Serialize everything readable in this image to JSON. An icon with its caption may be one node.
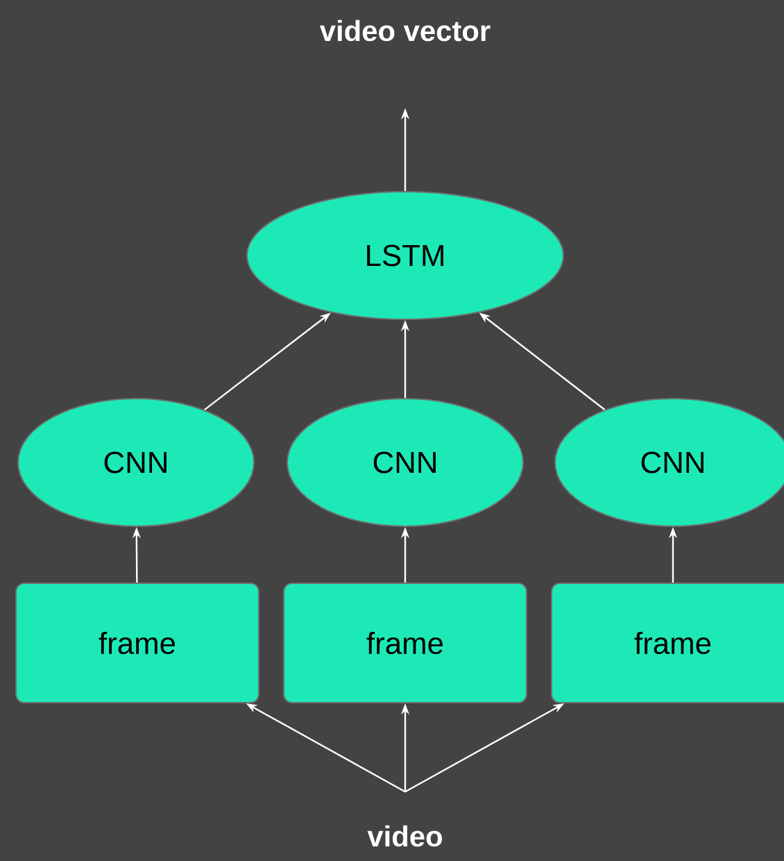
{
  "diagram": {
    "nodes": [
      {
        "text": [
          "video vector"
        ]
      },
      {
        "text": [
          "LSTM"
        ]
      },
      {
        "text": [
          "CNN"
        ]
      },
      {
        "text": [
          "CNN"
        ]
      },
      {
        "text": [
          "CNN"
        ]
      },
      {
        "text": [
          "frame"
        ]
      },
      {
        "text": [
          "frame"
        ]
      },
      {
        "text": [
          "frame"
        ]
      },
      {
        "text": [
          "video"
        ]
      }
    ],
    "edges": [
      {
        "from": 1,
        "to": 0,
        "arrow": "to"
      },
      {
        "from": 2,
        "to": 1,
        "arrow": "to"
      },
      {
        "from": 3,
        "to": 1,
        "arrow": "to"
      },
      {
        "from": 4,
        "to": 1,
        "arrow": "to"
      },
      {
        "from": 5,
        "to": 2,
        "arrow": "to"
      },
      {
        "from": 6,
        "to": 3,
        "arrow": "to"
      },
      {
        "from": 7,
        "to": 4,
        "arrow": "to"
      },
      {
        "from": 8,
        "to": 5,
        "arrow": "to"
      },
      {
        "from": 8,
        "to": 6,
        "arrow": "to"
      },
      {
        "from": 8,
        "to": 7,
        "arrow": "to"
      }
    ]
  }
}
